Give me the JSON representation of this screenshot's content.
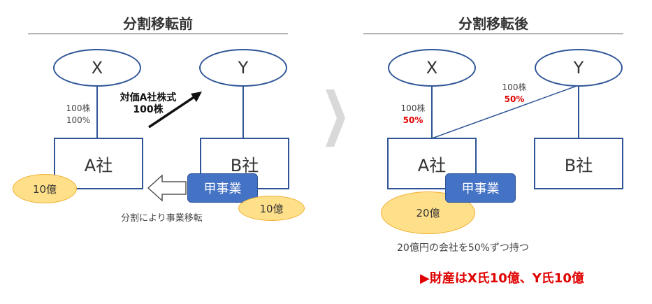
{
  "before": {
    "title": "分割移転前",
    "x_label": "X",
    "y_label": "Y",
    "company_a": "A社",
    "company_b": "B社",
    "xa_shares": "100株",
    "xa_pct": "100%",
    "arrow_label_line1": "対価A社株式",
    "arrow_label_line2": "100株",
    "coin_a": "10億",
    "coin_biz": "10億",
    "business": "甲事業",
    "transfer_caption": "分割により事業移転"
  },
  "after": {
    "title": "分割移転後",
    "x_label": "X",
    "y_label": "Y",
    "company_a": "A社",
    "company_b": "B社",
    "xa_shares": "100株",
    "xa_pct": "50%",
    "ya_shares": "100株",
    "ya_pct": "50%",
    "business": "甲事業",
    "coin_a": "20億",
    "caption": "20億円の会社を50%ずつ持つ",
    "summary": "▶財産はX氏10億、Y氏10億"
  },
  "colors": {
    "line": "#2f5597",
    "business": "#4472c4",
    "coin_fill": "#ffe08a",
    "coin_border": "#f0b030",
    "emphasis": "#e00000",
    "divider_chevron": "#d9d9d9"
  }
}
